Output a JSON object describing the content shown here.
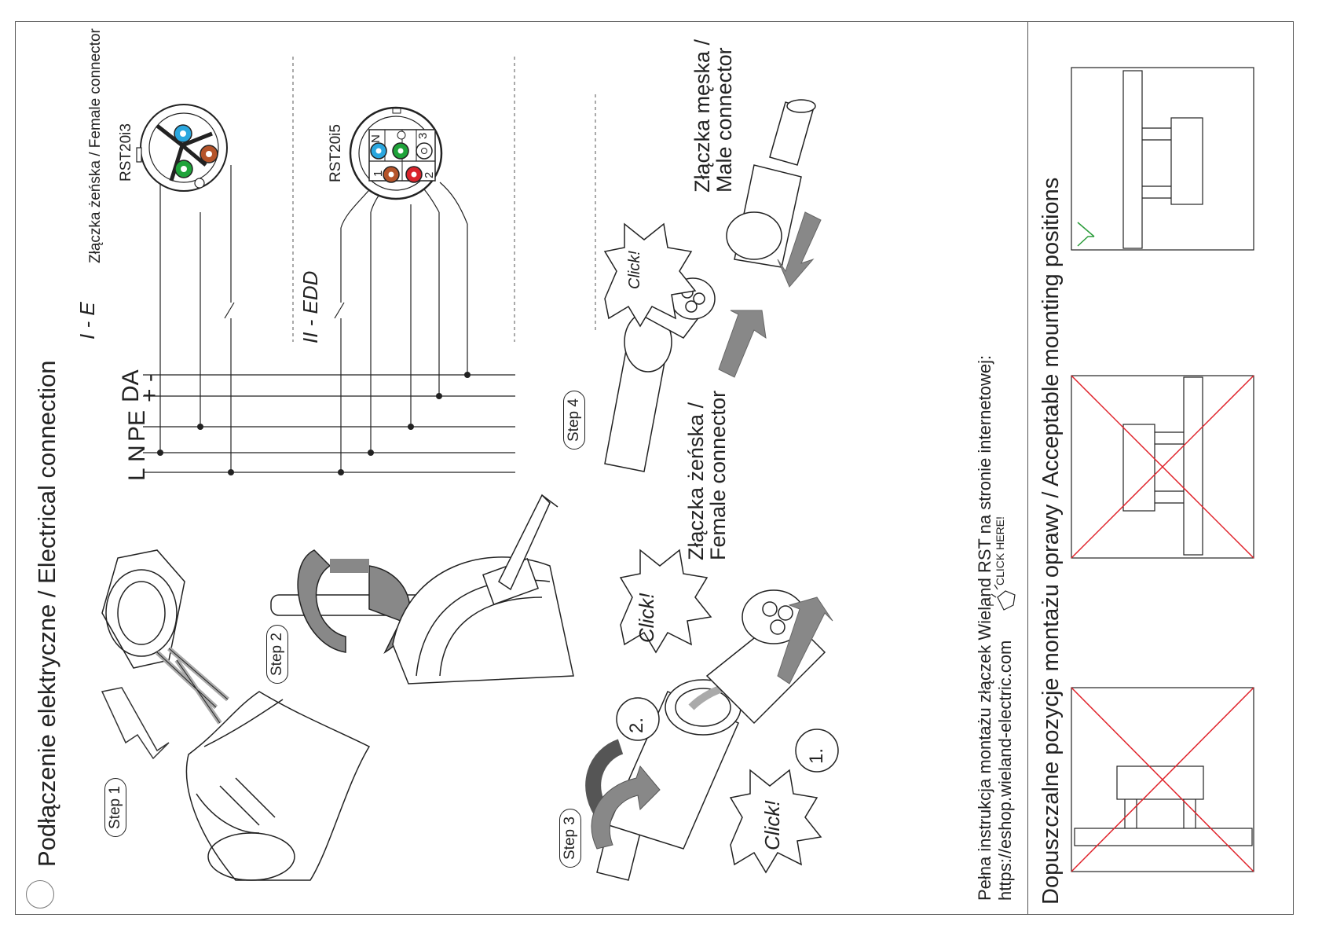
{
  "title": "Podłączenie elektryczne / Electrical connection",
  "steps": {
    "s1": "Step 1",
    "s2": "Step 2",
    "s3": "Step 3",
    "s4": "Step 4"
  },
  "wiring": {
    "section_1": "I - E",
    "section_2": "II - EDD",
    "female_connector_top": "Złączka żeńska / Female connector",
    "model_1": "RST20i3",
    "model_2": "RST20i5",
    "buses": {
      "L": "L",
      "N": "N",
      "PE": "PE",
      "DA": "DA",
      "plus": "+",
      "minus": "-"
    },
    "pins": {
      "n": "N",
      "three": "3",
      "one": "1",
      "two": "2"
    }
  },
  "connectors": {
    "male_line1": "Złączka męska /",
    "male_line2": "Male connector",
    "female_line1": "Złączka żeńska /",
    "female_line2": "Female connector",
    "click": "Click!",
    "num1": "1.",
    "num2": "2."
  },
  "info": {
    "line1": "Pełna instrukcja montażu złączek Wieland RST na stronie internetowej:",
    "url": "https://eshop.wieland-electric.com",
    "cta": "CLICK HERE!"
  },
  "mounting": {
    "title": "Dopuszczalne pozycje montażu oprawy / Acceptable mounting positions"
  },
  "colors": {
    "blue": "#2aa7df",
    "green": "#1fa33a",
    "brown": "#b5542a",
    "red": "#d9232b",
    "cross": "#e0232b",
    "ok": "#2a9c3a"
  }
}
